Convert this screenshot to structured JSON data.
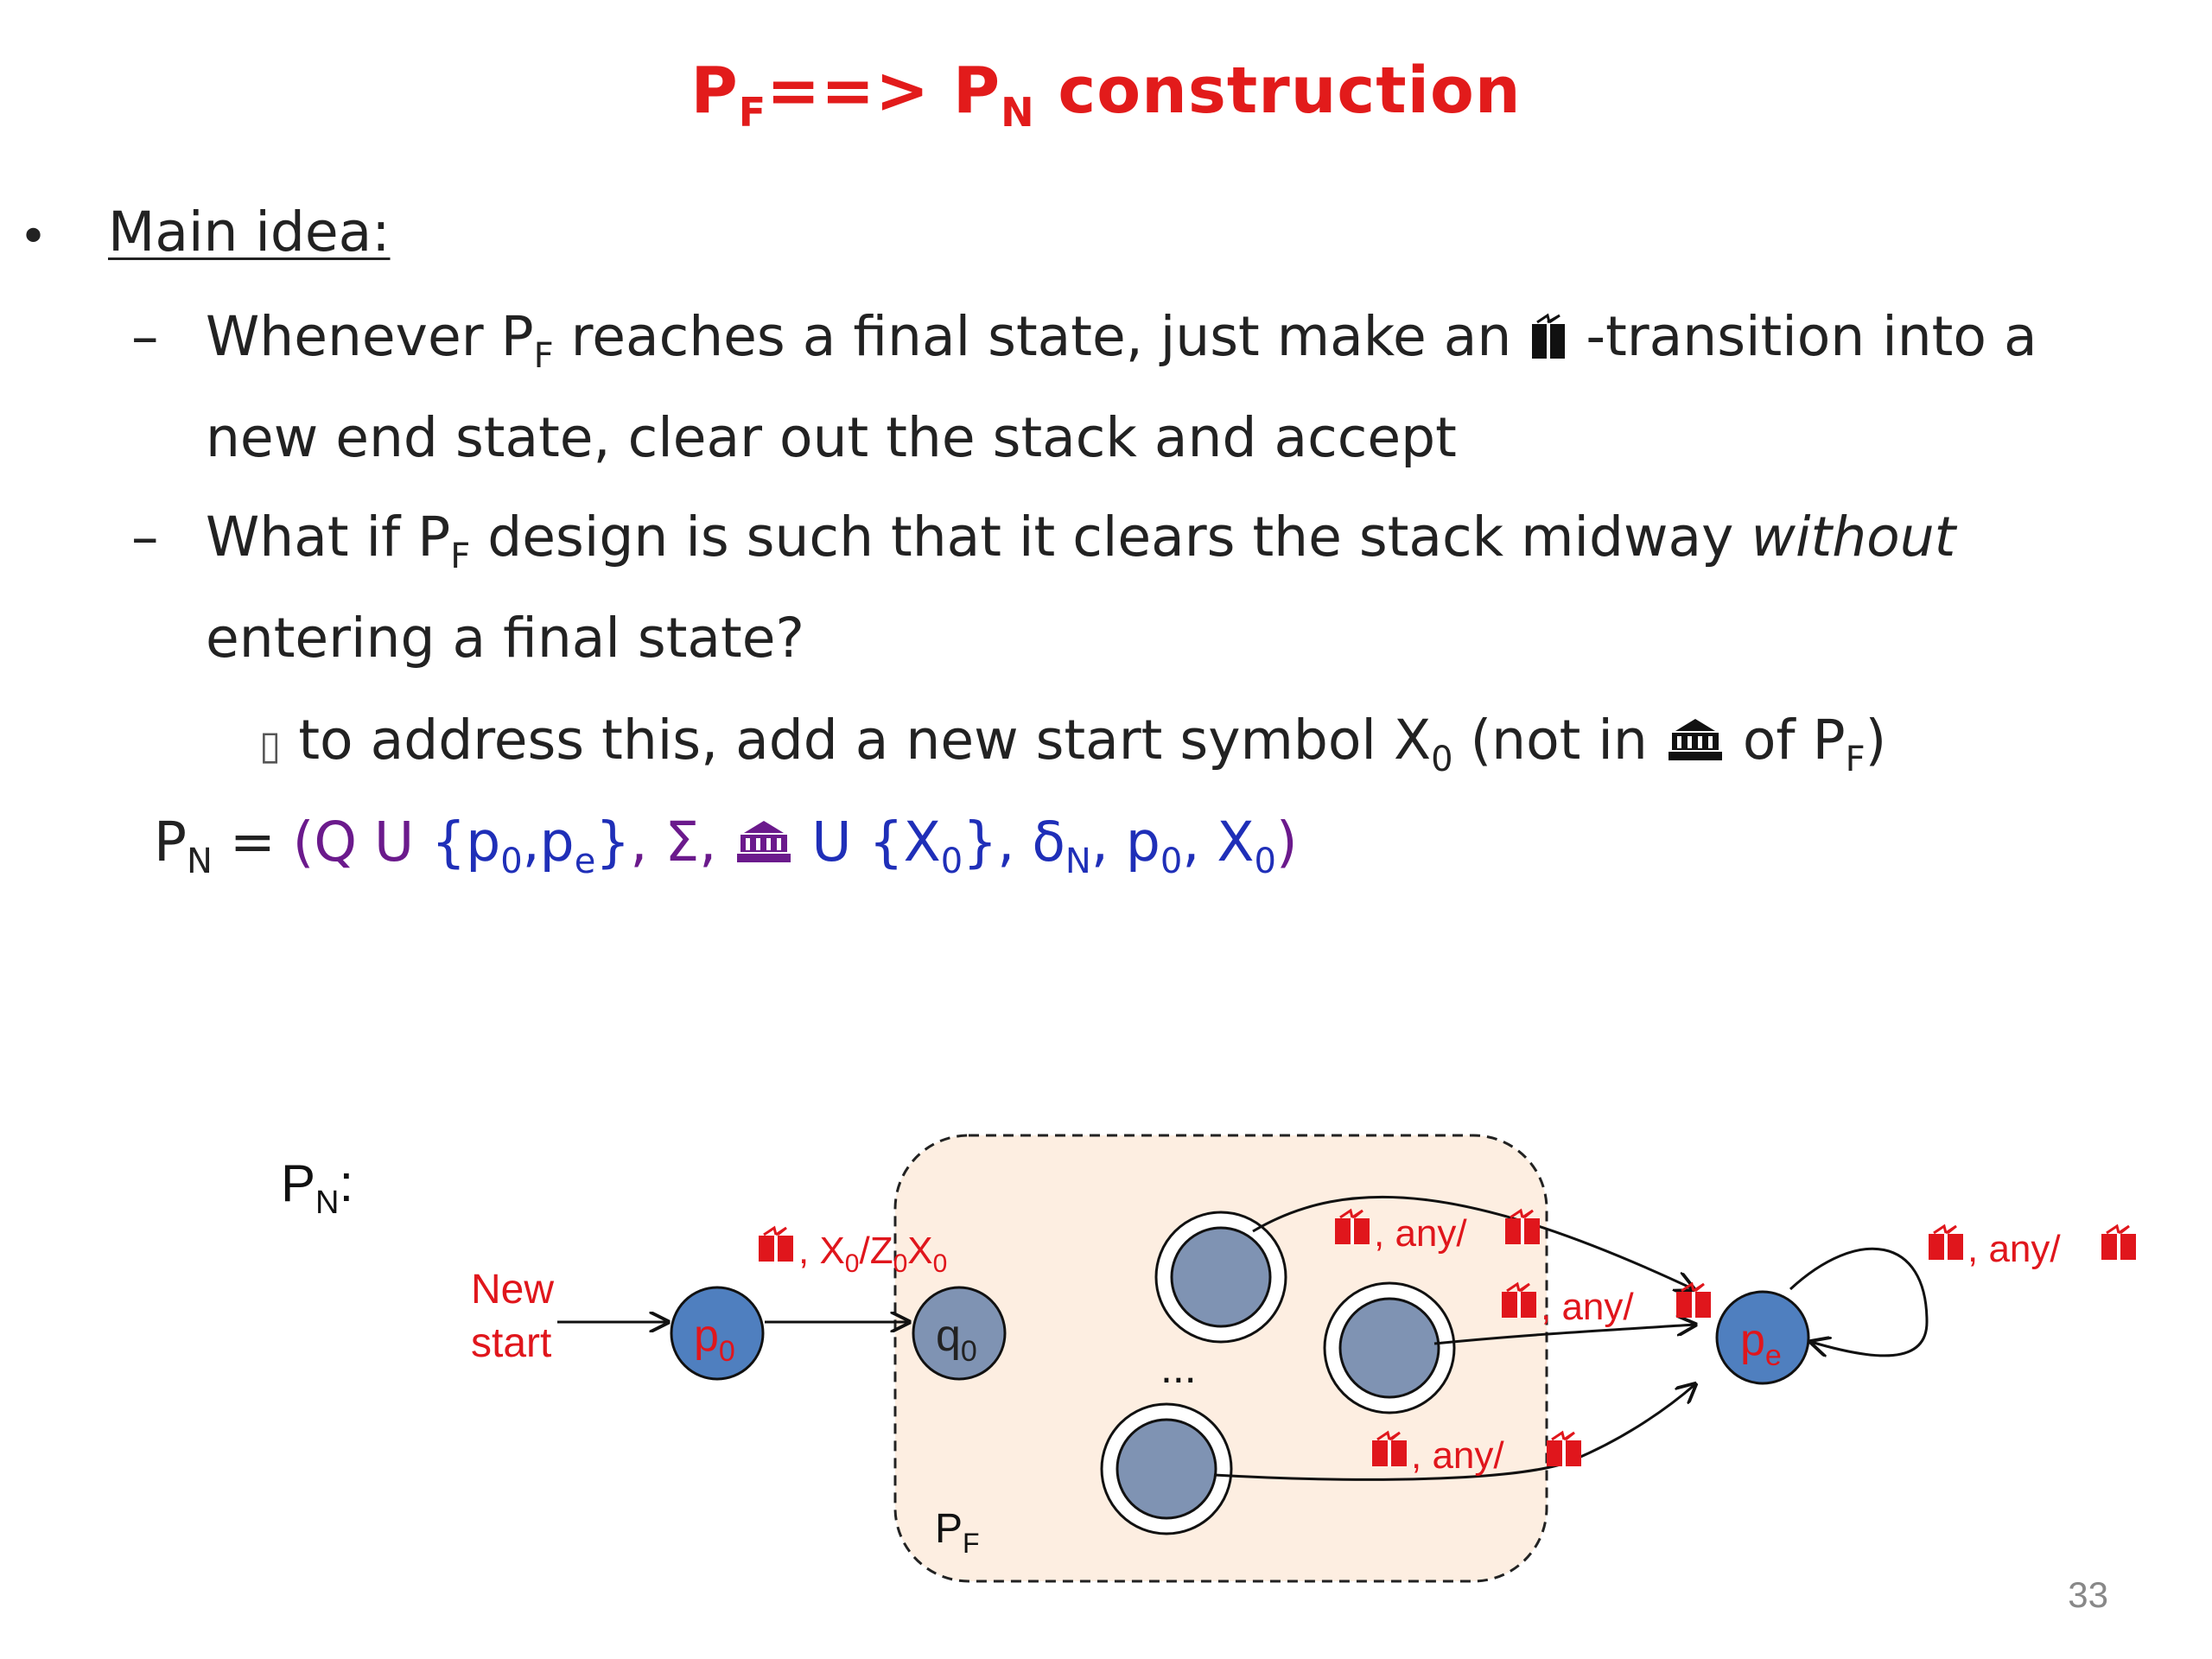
{
  "slide": {
    "title": {
      "pre": "P",
      "pre_sub": "F",
      "arrow": "==> ",
      "post": "P",
      "post_sub": "N",
      "rest": " construction"
    },
    "bullet_glyph": "•",
    "dash_glyph": "–",
    "main_idea": "Main idea:",
    "point1_line1": {
      "a": "Whenever P",
      "a_sub": "F",
      "b": " reaches a final state, just make an ",
      "c": " -transition into a"
    },
    "point1_line2": "new end state, clear out the stack and accept",
    "point2_line1": {
      "a": "What if P",
      "a_sub": "F",
      "b": " design is such that it clears the stack midway ",
      "em": "without"
    },
    "point2_line2": "entering a final state?",
    "sub_point": {
      "box": "▯",
      "a": " to address this, add a new start symbol X",
      "a_sub": "0",
      "b": " (not in ",
      "c": " of P",
      "c_sub": "F",
      "d": ")"
    },
    "tuple": {
      "lhs": "P",
      "lhs_sub": "N",
      "eq": " = ",
      "open": "(",
      "q": "Q U ",
      "set1": "{p",
      "set1_s0": "0",
      "set1_comma": ",p",
      "set1_se": "e",
      "set1_close": "}",
      "sigma": ", Σ, ",
      "union": " U ",
      "x0": "{X",
      "x0_sub": "0",
      "x0_close": "}",
      "delta": ", δ",
      "delta_sub": "N",
      "p0": ", p",
      "p0_sub": "0",
      "x0b": ", X",
      "x0b_sub": "0",
      "close": ")"
    },
    "page_number": "33"
  },
  "diagram": {
    "pn_label": "P",
    "pn_label_sub": "N",
    "pn_colon": ":",
    "pf_label": "P",
    "pf_label_sub": "F",
    "new": "New",
    "start": "start",
    "p0": "p",
    "p0_sub": "0",
    "q0": "q",
    "q0_sub": "0",
    "pe": "p",
    "pe_sub": "e",
    "dots": "...",
    "t_p0_q0": {
      "a": ", X",
      "a_sub": "0",
      "b": "/Z",
      "b_sub": "0",
      "c": "X",
      "c_sub": "0"
    },
    "t_any": ", any/",
    "colors": {
      "state_blue": "#4f7fbf",
      "state_gray": "#7f93b3",
      "region_fill": "#fdeee1",
      "label_red": "#e0161c"
    }
  }
}
